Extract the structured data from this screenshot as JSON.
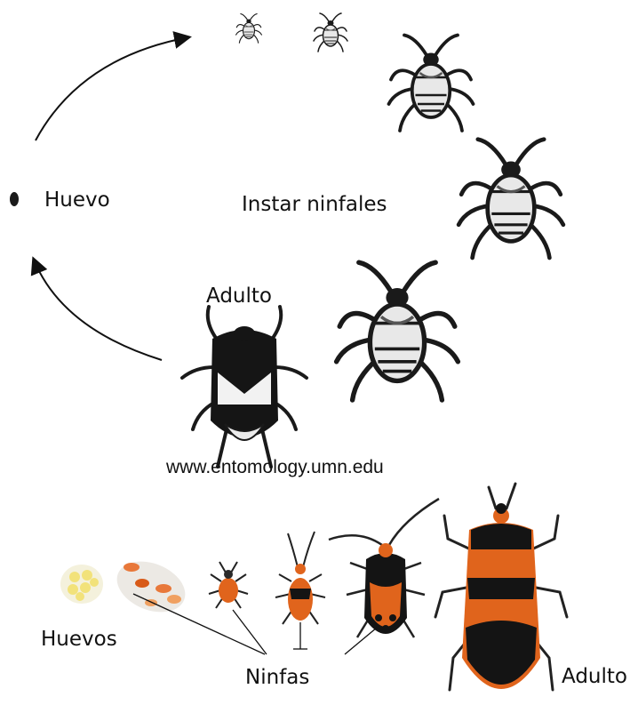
{
  "top": {
    "egg_label": "Huevo",
    "nymph_label": "Instar ninfales",
    "adult_label": "Adulto",
    "source_url": "www.entomology.umn.edu"
  },
  "bottom": {
    "eggs_label": "Huevos",
    "nymphs_label": "Ninfas",
    "adult_label": "Adulto"
  },
  "colors": {
    "ink": "#111111",
    "sketch_body": "#1a1a1a",
    "orange": "#e0641c",
    "orange_light": "#f0a060",
    "black_marking": "#141414",
    "egg_yellow": "#f2e27a"
  }
}
